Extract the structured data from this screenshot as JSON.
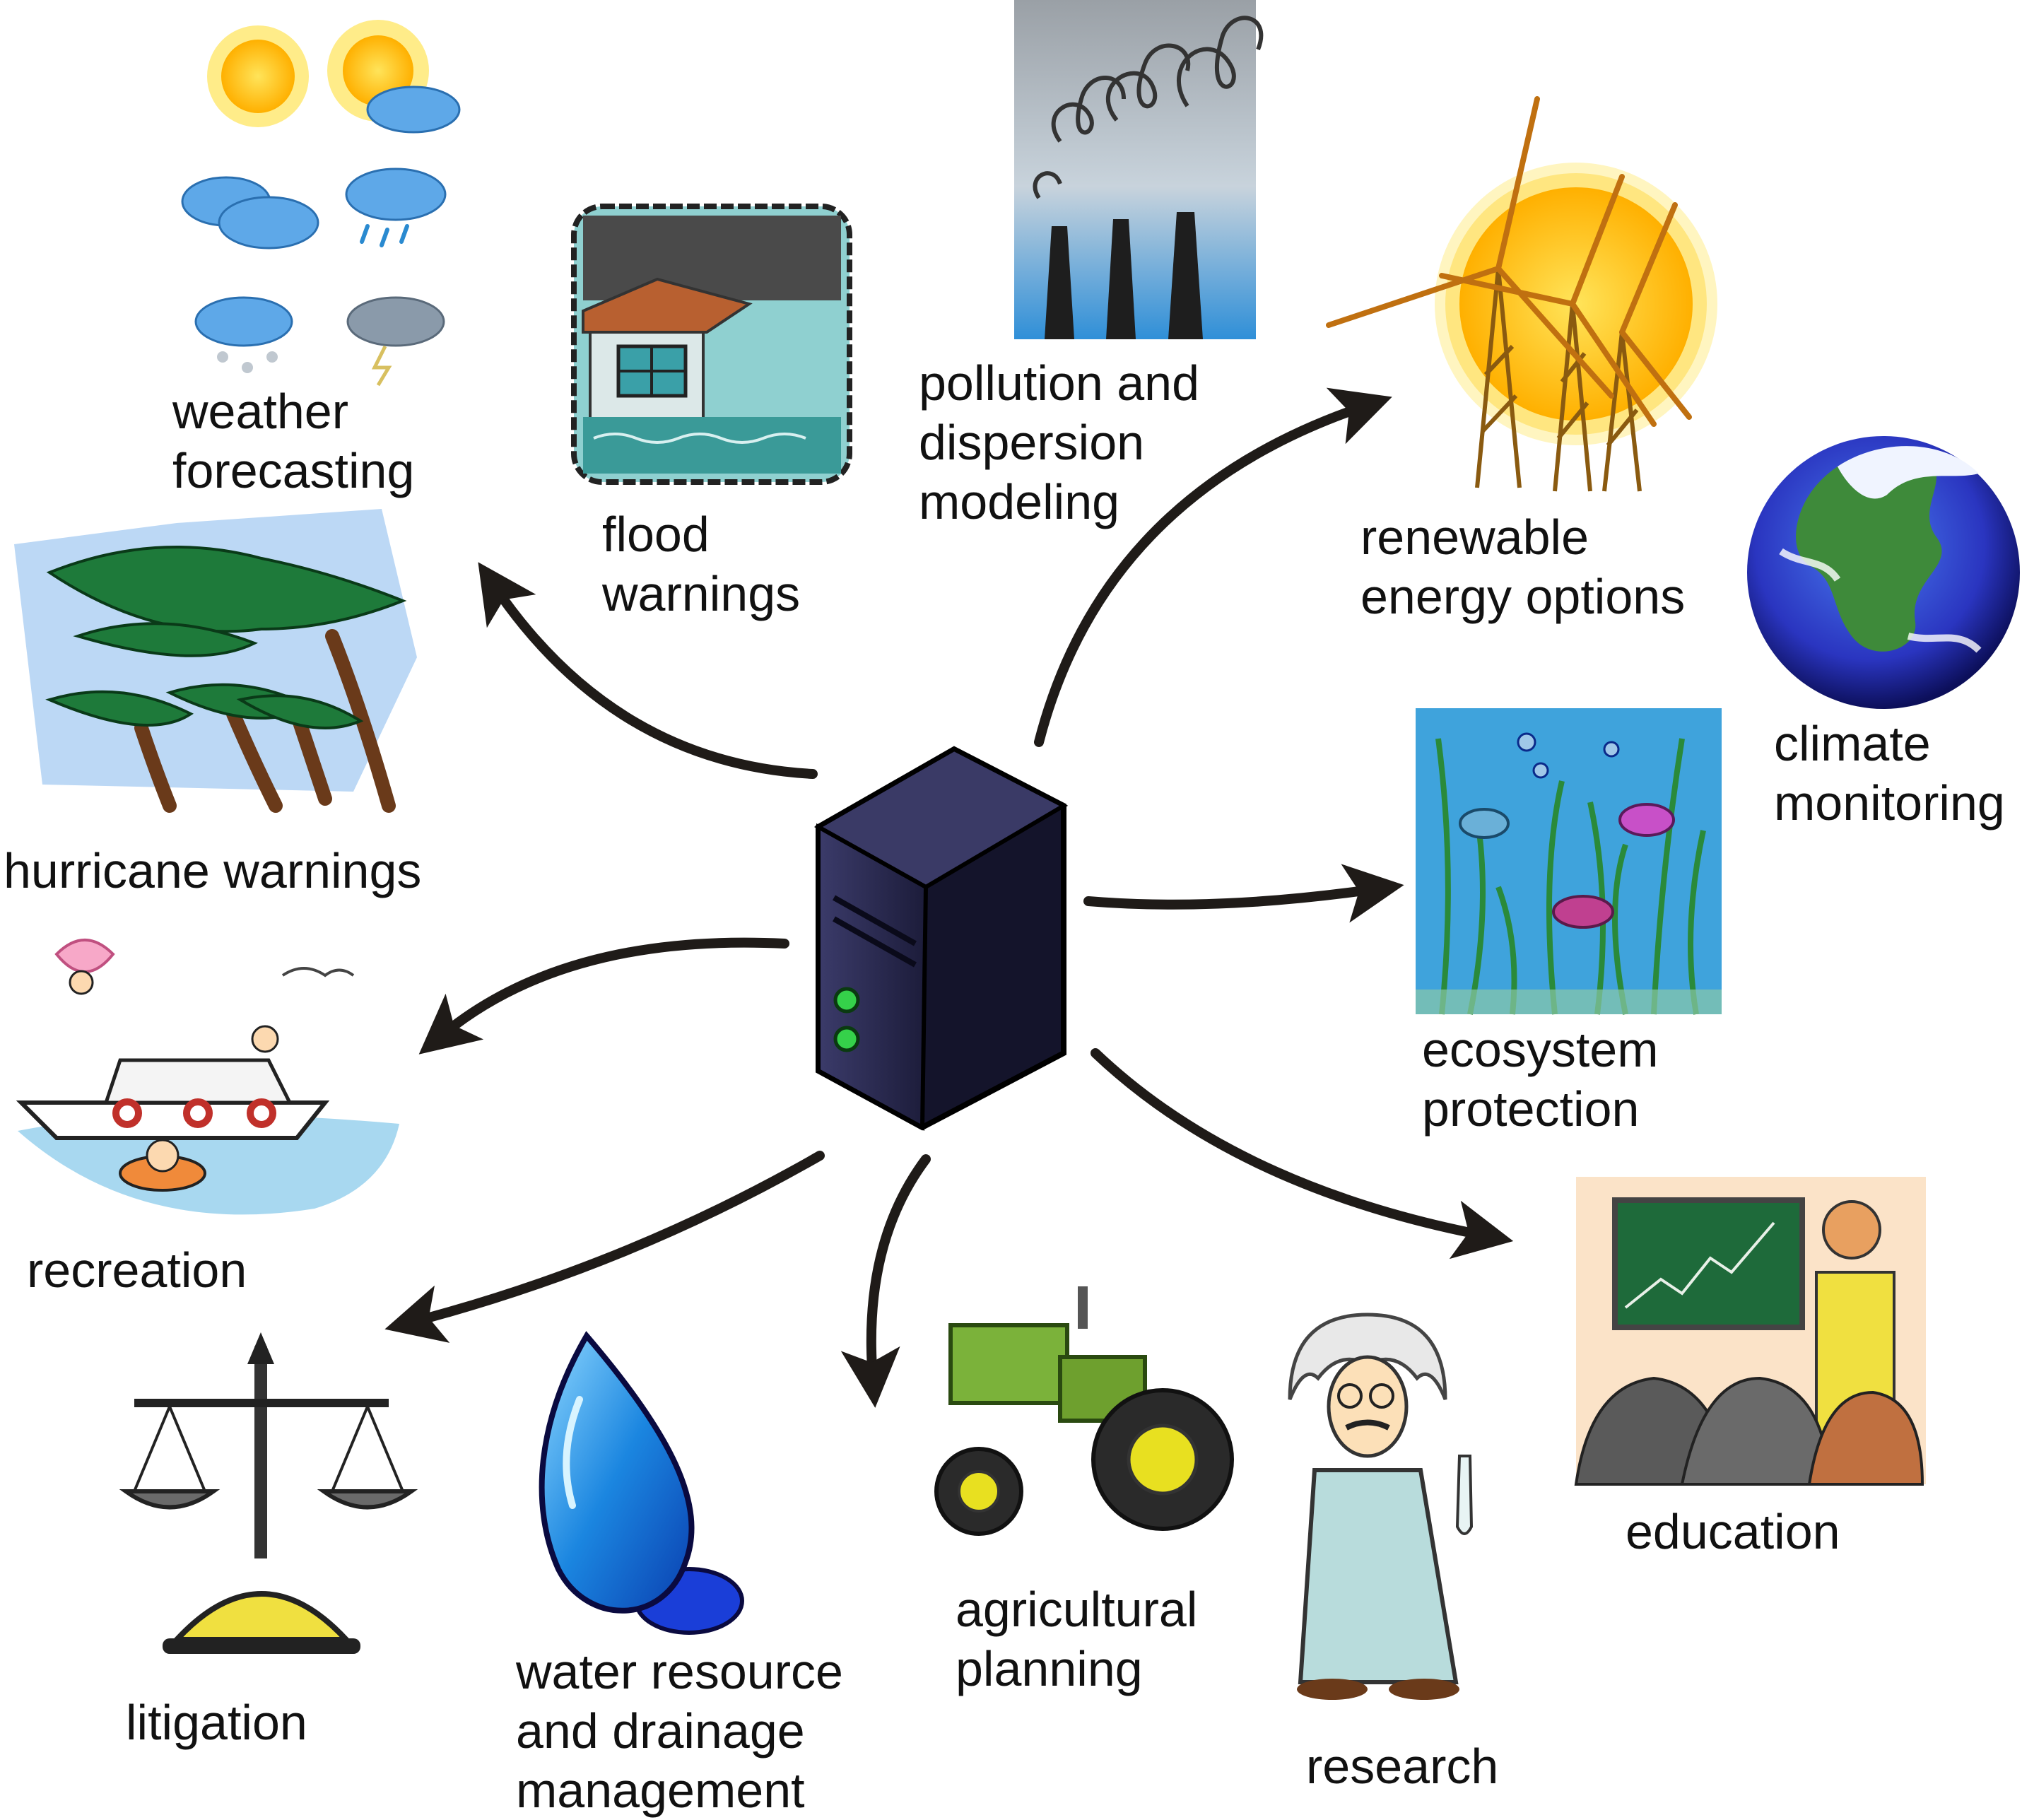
{
  "colors": {
    "arrow": "#1f1b18",
    "server_body": "#26264a",
    "server_light": "#35d14a",
    "sky": "#3fa3dc",
    "sun": "#ffc21a",
    "grass": "#3e9a3a",
    "water": "#1e88e5",
    "tractor": "#7bb23a"
  },
  "center": {
    "icon": "server-icon"
  },
  "labels": {
    "weather": [
      "weather",
      "forecasting"
    ],
    "flood": [
      "flood",
      "warnings"
    ],
    "pollution": [
      "pollution and",
      "dispersion",
      "modeling"
    ],
    "renewable": [
      "renewable",
      "energy options"
    ],
    "climate": [
      "climate",
      "monitoring"
    ],
    "hurricane": [
      "hurricane warnings"
    ],
    "ecosystem": [
      "ecosystem",
      "protection"
    ],
    "recreation": [
      "recreation"
    ],
    "education": [
      "education"
    ],
    "litigation": [
      "litigation"
    ],
    "water": [
      "water resource",
      "and drainage",
      "management"
    ],
    "agricultural": [
      "agricultural",
      "planning"
    ],
    "research": [
      "research"
    ]
  },
  "icons": {
    "weather": "weather-icons",
    "flood": "flood-house-icon",
    "pollution": "smokestack-icon",
    "renewable": "wind-turbine-icon",
    "climate": "earth-globe-icon",
    "hurricane": "palm-tree-storm-icon",
    "ecosystem": "aquarium-fish-icon",
    "recreation": "boat-icon",
    "education": "classroom-icon",
    "litigation": "scales-of-justice-icon",
    "water": "water-drop-icon",
    "agricultural": "tractor-icon",
    "research": "scientist-icon"
  }
}
